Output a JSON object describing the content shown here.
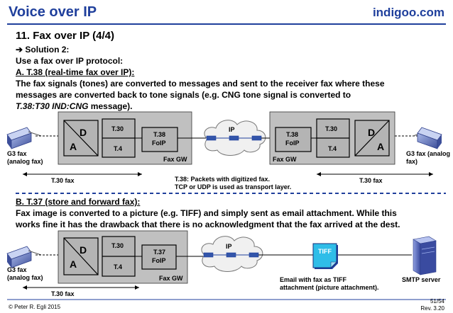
{
  "header": {
    "title": "Voice over IP",
    "brand": "indigoo.com"
  },
  "section": {
    "heading": "11. Fax over IP (4/4)"
  },
  "solution": {
    "arrow_glyph": "➔",
    "label": "Solution 2:",
    "line": "Use a fax over IP protocol:"
  },
  "part_a": {
    "heading": "A. T.38 (real-time fax over IP):",
    "text_1": "The fax signals (tones) are converted to messages and sent to the receiver fax where these",
    "text_2": "messages are converted back to tone signals (e.g. CNG tone signal is converted to",
    "text_3_italic": "T.38:T30 IND:CNG",
    "text_3_rest": " message)."
  },
  "diagram_a": {
    "left_fax": "G3 fax (analog fax)",
    "right_fax": "G3 fax (analog fax)",
    "left_gw": {
      "da_d": "D",
      "da_a": "A",
      "t30": "T.30",
      "t4": "T.4",
      "t38_1": "T.38",
      "t38_2": "FoIP",
      "label": "Fax GW"
    },
    "right_gw": {
      "da_d": "D",
      "da_a": "A",
      "t30": "T.30",
      "t4": "T.4",
      "t38_1": "T.38",
      "t38_2": "FoIP",
      "label": "Fax GW"
    },
    "cloud": "IP",
    "left_span": "T.30 fax",
    "right_span": "T.30 fax",
    "center_note_1": "T.38: Packets with digitized fax.",
    "center_note_2": "TCP or UDP is used as transport layer."
  },
  "part_b": {
    "heading": "B. T.37 (store and forward fax):",
    "text_1": "Fax image is converted to a picture (e.g. TIFF) and simply sent as email attachment. While this",
    "text_2": "works fine it has the drawback that there is no acknowledgment that the fax arrived at the dest."
  },
  "diagram_b": {
    "left_fax": "G3 fax (analog fax)",
    "gw": {
      "da_d": "D",
      "da_a": "A",
      "t30": "T.30",
      "t4": "T.4",
      "t37_1": "T.37",
      "t37_2": "FoIP",
      "label": "Fax GW"
    },
    "cloud": "IP",
    "tiff": "TIFF",
    "email_1": "Email with fax as TIFF",
    "email_2": "attachment (picture attachment).",
    "server": "SMTP server",
    "span": "T.30 fax"
  },
  "footer": {
    "copyright": "© Peter R. Egli 2015",
    "page": "51/54",
    "rev": "Rev. 3.20"
  },
  "colors": {
    "accent": "#1f3f9c",
    "gw_fill": "#c0c0c0",
    "box_fill": "#b4b4b4",
    "link": "#3355aa"
  }
}
